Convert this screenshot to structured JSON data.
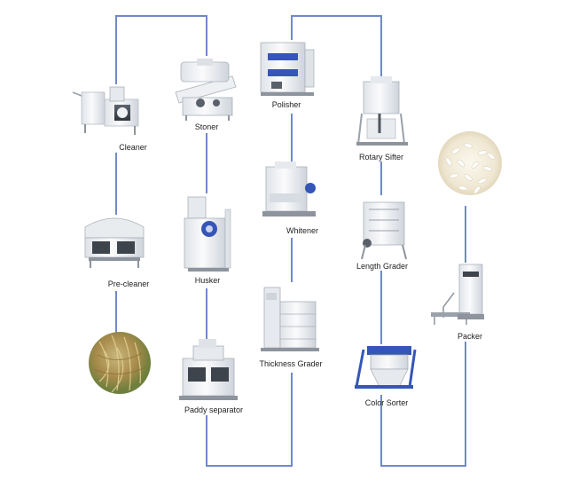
{
  "colors": {
    "flow_line": "#6f8ac9",
    "machine_body": "#f2f3f5",
    "machine_shadow": "#c9ced6",
    "machine_dark": "#4d5560",
    "accent_blue": "#3556b8",
    "rice_grain": "#f4efe0",
    "paddy": "#b59a58",
    "paddy_green": "#7d9447"
  },
  "machines": [
    {
      "id": "cleaner",
      "label": "Cleaner",
      "icon": "cleaner-machine-icon"
    },
    {
      "id": "stoner",
      "label": "Stoner",
      "icon": "stoner-machine-icon"
    },
    {
      "id": "polisher",
      "label": "Polisher",
      "icon": "polisher-machine-icon"
    },
    {
      "id": "rotary_sifter",
      "label": "Rotary Sifter",
      "icon": "rotary-sifter-icon"
    },
    {
      "id": "pre_cleaner",
      "label": "Pre-cleaner",
      "icon": "pre-cleaner-machine-icon"
    },
    {
      "id": "husker",
      "label": "Husker",
      "icon": "husker-machine-icon"
    },
    {
      "id": "whitener",
      "label": "Whitener",
      "icon": "whitener-machine-icon"
    },
    {
      "id": "length_grader",
      "label": "Length Grader",
      "icon": "length-grader-icon"
    },
    {
      "id": "packer",
      "label": "Packer",
      "icon": "packer-machine-icon"
    },
    {
      "id": "paddy_separator",
      "label": "Paddy separator",
      "icon": "paddy-separator-icon"
    },
    {
      "id": "thickness_grader",
      "label": "Thickness Grader",
      "icon": "thickness-grader-icon"
    },
    {
      "id": "color_sorter",
      "label": "Color Sorter",
      "icon": "color-sorter-icon"
    }
  ],
  "photos": [
    {
      "id": "paddy",
      "icon": "paddy-rice-photo"
    },
    {
      "id": "rice",
      "icon": "white-rice-photo"
    }
  ]
}
